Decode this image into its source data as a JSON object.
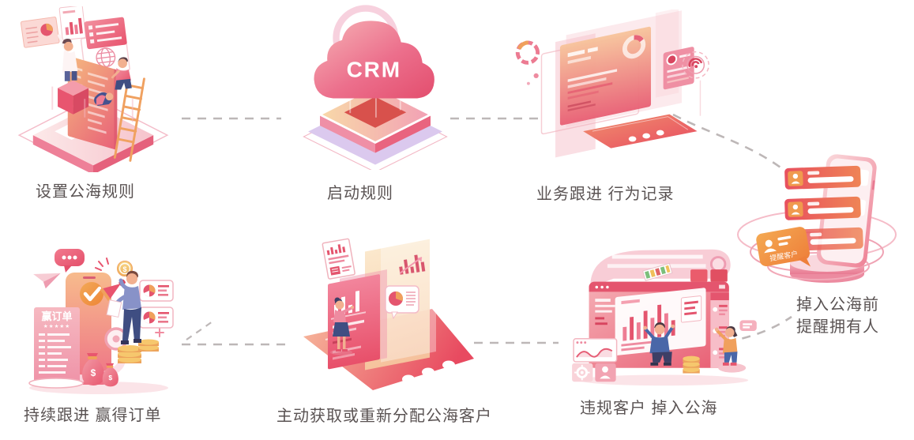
{
  "diagram": {
    "background": "#ffffff",
    "steps": [
      {
        "id": "set-rules",
        "label": "设置公海规则"
      },
      {
        "id": "start-rules",
        "label": "启动规则",
        "cloud_text": "CRM"
      },
      {
        "id": "business-follow",
        "label": "业务跟进 行为记录"
      },
      {
        "id": "remind-owner",
        "label_line1": "掉入公海前",
        "label_line2": "提醒拥有人",
        "badge_text": "提醒客户"
      },
      {
        "id": "violation-drop",
        "label": "违规客户 掉入公海"
      },
      {
        "id": "reassign",
        "label": "主动获取或重新分配公海客户"
      },
      {
        "id": "win-order",
        "label": "持续跟进 赢得订单",
        "receipt_title": "赢订单",
        "receipt_stars": "★★★★★",
        "money_symbol": "$"
      }
    ],
    "colors": {
      "label_text": "#5a5353",
      "connector": "#bdb7b7",
      "primary_pink": "#ee7d96",
      "deep_red": "#e4506b",
      "orange": "#f09a4e",
      "light_pink": "#fadde2",
      "purple_shadow": "#dbc9ee",
      "navy": "#3f4e82"
    }
  }
}
